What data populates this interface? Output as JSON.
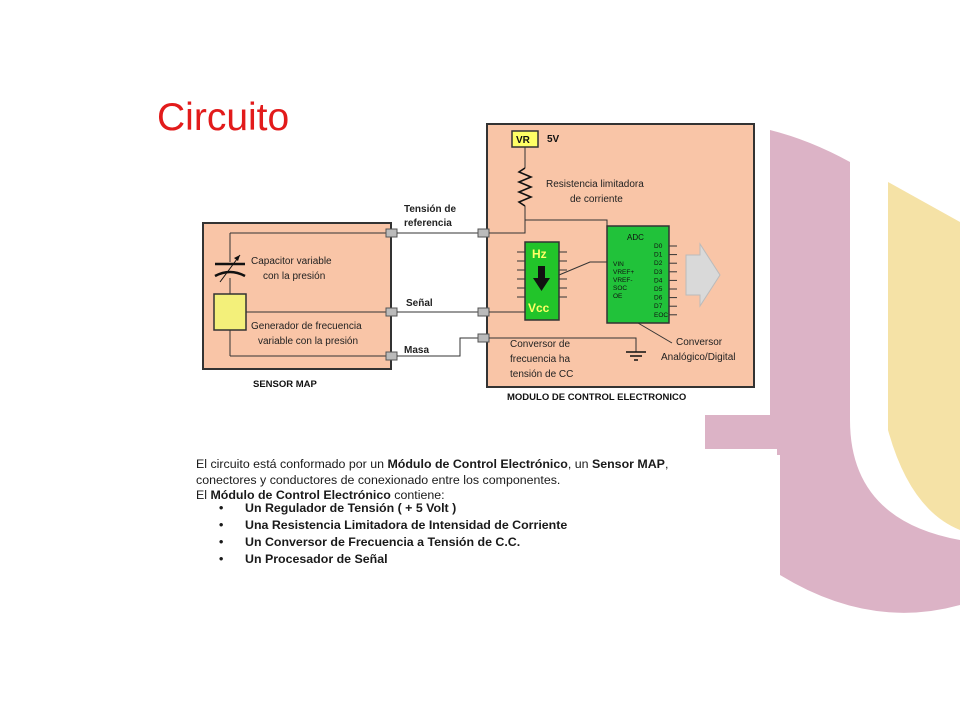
{
  "slide": {
    "title": "Circuito",
    "colors": {
      "title": "#e21b1b",
      "deco_pink": "#dcb3c6",
      "deco_yellow": "#f5e2a6"
    }
  },
  "diagram": {
    "colors": {
      "module_fill": "#f9c5a7",
      "converter_fill": "#22c42a",
      "adc_fill": "#21c23a",
      "vr_fill": "#ffff66",
      "generator_fill": "#f3f07a"
    },
    "sensor": {
      "title": "SENSOR MAP",
      "capacitor_label": [
        "Capacitor variable",
        "con la presión"
      ],
      "generator_label": [
        "Generador de frecuencia",
        "variable con la presión"
      ]
    },
    "wires": {
      "tension_ref_label": [
        "Tensión de",
        "referencia"
      ],
      "senal_label": "Señal",
      "masa_label": "Masa"
    },
    "module": {
      "title": "MODULO DE CONTROL ELECTRONICO",
      "vr_label": "VR",
      "voltage_label": "5V",
      "resistor_label": [
        "Resistencia limitadora",
        "de corriente"
      ],
      "hz_label": "Hz",
      "vcc_label": "Vcc",
      "converter_label": [
        "Conversor de",
        "frecuencia ha",
        "tensión de CC"
      ],
      "adc_title": "ADC",
      "adc_inputs": [
        "VIN",
        "VREF+",
        "VREF-",
        "SOC",
        "OE"
      ],
      "adc_outputs": [
        "D0",
        "D1",
        "D2",
        "D3",
        "D4",
        "D5",
        "D6",
        "D7",
        "EOC"
      ],
      "adc_label": [
        "Conversor",
        "Analógico/Digital"
      ]
    }
  },
  "description": {
    "line1_a": "El circuito está conformado por un ",
    "line1_b": "Módulo de Control Electrónico",
    "line1_c": ", un ",
    "line1_d": "Sensor MAP",
    "line1_e": ",",
    "line2": "conectores y conductores de conexionado entre los componentes.",
    "line3_a": "El ",
    "line3_b": "Módulo de Control Electrónico",
    "line3_c": " contiene:",
    "bullet_glyph": "•",
    "bullets": [
      "Un Regulador de Tensión ( + 5 Volt )",
      "Una Resistencia Limitadora de Intensidad de Corriente",
      "Un Conversor de Frecuencia a Tensión de C.C.",
      "Un Procesador de Señal"
    ]
  }
}
